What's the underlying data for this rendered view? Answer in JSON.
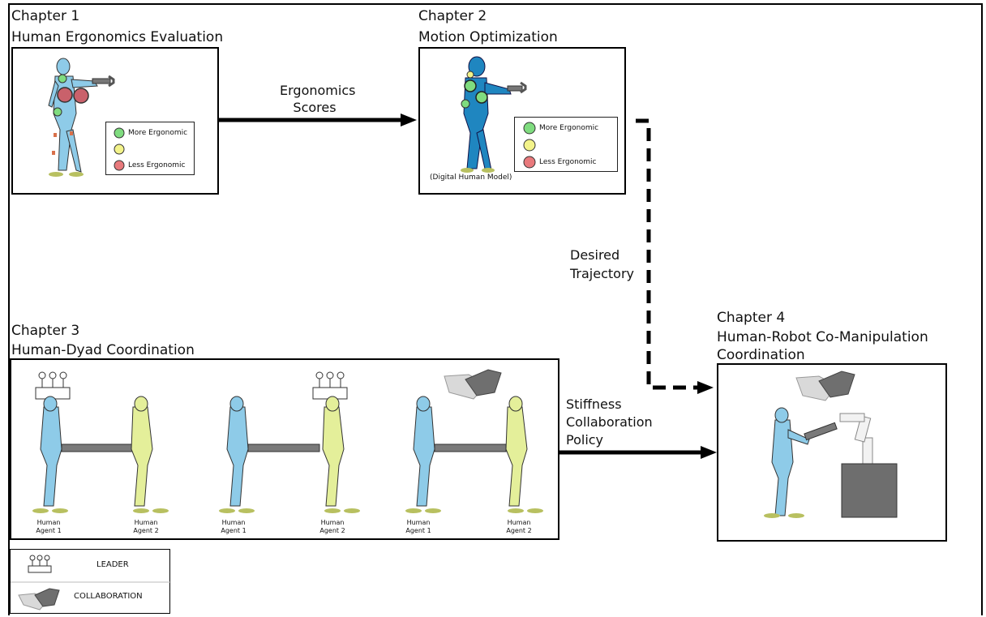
{
  "chapters": {
    "ch1": {
      "line1": "Chapter 1",
      "line2": "Human Ergonomics Evaluation",
      "legend": [
        "More Ergonomic",
        "",
        "Less Ergonomic"
      ]
    },
    "ch2": {
      "line1": "Chapter 2",
      "line2": "Motion Optimization",
      "legend": [
        "More Ergonomic",
        "",
        "Less Ergonomic"
      ],
      "caption": "(Digital Human Model)"
    },
    "ch3": {
      "line1": "Chapter 3",
      "line2": "Human-Dyad Coordination",
      "agents": [
        "Human\nAgent 1",
        "Human\nAgent 2",
        "Human\nAgent 1",
        "Human\nAgent 2",
        "Human\nAgent 1",
        "Human\nAgent 2"
      ]
    },
    "ch4": {
      "line1": "Chapter 4",
      "line2": "Human-Robot Co-Manipulation",
      "line3": "Coordination"
    }
  },
  "arrows": {
    "ergonomics": [
      "Ergonomics",
      "Scores"
    ],
    "trajectory": [
      "Desired",
      "Trajectory"
    ],
    "stiffness": [
      "Stiffness",
      "Collaboration",
      "Policy"
    ]
  },
  "legend": {
    "leader": "LEADER",
    "collaboration": "COLLABORATION"
  },
  "colors": {
    "green": "#7fdc7f",
    "yellow": "#f3f38a",
    "red": "#e8797c",
    "human_blue": "#8ecbe8",
    "human_yellow": "#e4ef9a",
    "digital_blue": "#1f86c0",
    "gray": "#777777"
  }
}
